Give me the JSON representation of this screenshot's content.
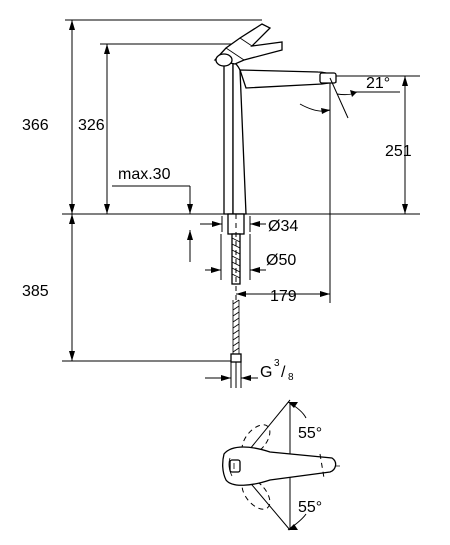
{
  "dimensions": {
    "total_height": "366",
    "spout_height": "326",
    "max_deck": "max.30",
    "spout_angle": "21°",
    "spout_reach_height": "251",
    "hole_diameter": "Ø34",
    "base_diameter": "Ø50",
    "spout_reach": "179",
    "hose_length": "385",
    "thread_prefix": "G",
    "thread_num": "3",
    "thread_sep": "/",
    "thread_den": "8",
    "lever_angle_top": "55°",
    "lever_angle_bottom": "55°"
  }
}
